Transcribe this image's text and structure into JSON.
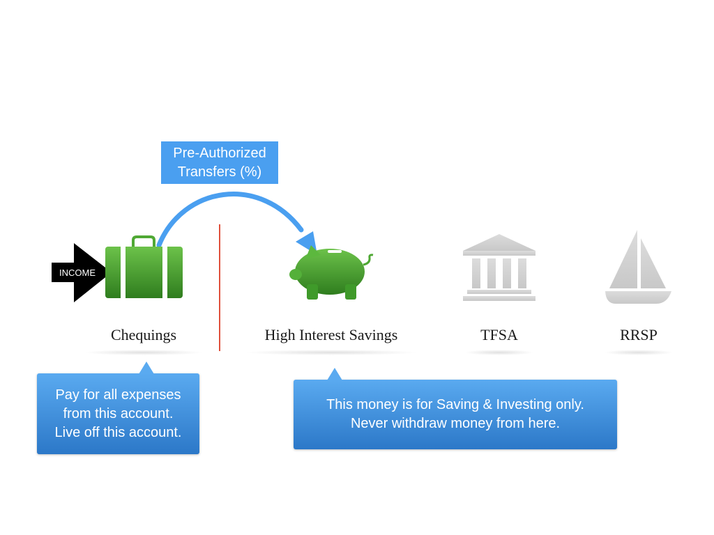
{
  "transfer_label": {
    "line1": "Pre-Authorized",
    "line2": "Transfers (%)"
  },
  "income_label": "INCOME",
  "accounts": [
    {
      "name": "Chequings",
      "icon": "briefcase-icon",
      "color": "#3f9a2a"
    },
    {
      "name": "High Interest Savings",
      "icon": "piggy-bank-icon",
      "color": "#3f9a2a"
    },
    {
      "name": "TFSA",
      "icon": "bank-building-icon",
      "color": "#d3d3d3"
    },
    {
      "name": "RRSP",
      "icon": "sailboat-icon",
      "color": "#d3d3d3"
    }
  ],
  "callouts": {
    "chequings": {
      "lines": [
        "Pay for all expenses",
        "from this account.",
        "Live off this account."
      ]
    },
    "savings": {
      "lines": [
        "This money is for Saving & Investing only.",
        "Never withdraw money from here."
      ]
    }
  },
  "colors": {
    "accent_blue": "#4a9ff0",
    "green": "#3f9a2a",
    "inactive_gray": "#d3d3d3",
    "divider_red": "#e0503c"
  }
}
